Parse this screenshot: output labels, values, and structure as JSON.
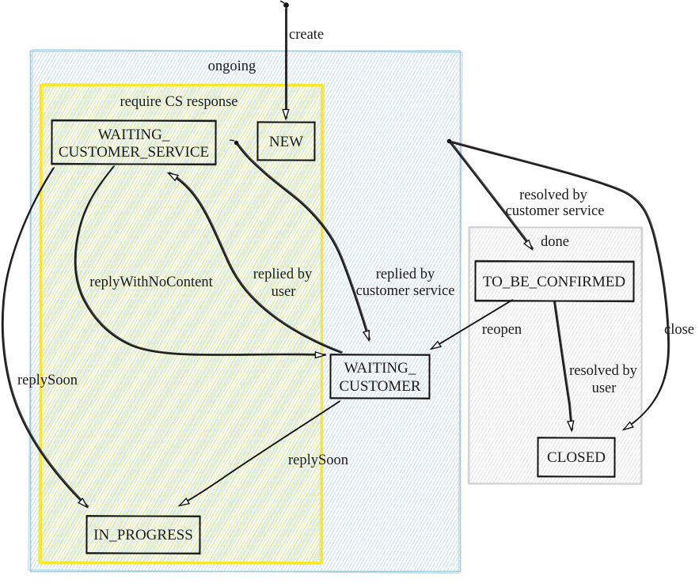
{
  "diagram": {
    "type": "state-machine",
    "clusters": [
      {
        "id": "ongoing",
        "label": "ongoing"
      },
      {
        "id": "require-cs-response",
        "label": "require CS response",
        "parent": "ongoing"
      },
      {
        "id": "done",
        "label": "done"
      }
    ],
    "states": [
      {
        "id": "NEW",
        "lines": [
          "NEW"
        ],
        "cluster": "require-cs-response"
      },
      {
        "id": "WAITING_CUSTOMER_SERVICE",
        "lines": [
          "WAITING_",
          "CUSTOMER_SERVICE"
        ],
        "cluster": "require-cs-response"
      },
      {
        "id": "WAITING_CUSTOMER",
        "lines": [
          "WAITING_",
          "CUSTOMER"
        ],
        "cluster": "ongoing"
      },
      {
        "id": "IN_PROGRESS",
        "lines": [
          "IN_PROGRESS"
        ],
        "cluster": "require-cs-response"
      },
      {
        "id": "TO_BE_CONFIRMED",
        "lines": [
          "TO_BE_CONFIRMED"
        ],
        "cluster": "done"
      },
      {
        "id": "CLOSED",
        "lines": [
          "CLOSED"
        ],
        "cluster": "done"
      }
    ],
    "transitions": [
      {
        "from": "initial",
        "to": "NEW",
        "lines": [
          "create"
        ]
      },
      {
        "from": "require-cs-response",
        "to": "WAITING_CUSTOMER",
        "lines": [
          "replied by",
          "customer service"
        ]
      },
      {
        "from": "WAITING_CUSTOMER_SERVICE",
        "to": "WAITING_CUSTOMER",
        "lines": [
          "replyWithNoContent"
        ]
      },
      {
        "from": "WAITING_CUSTOMER",
        "to": "WAITING_CUSTOMER_SERVICE",
        "lines": [
          "replied by",
          "user"
        ]
      },
      {
        "from": "WAITING_CUSTOMER_SERVICE",
        "to": "IN_PROGRESS",
        "lines": [
          "replySoon"
        ]
      },
      {
        "from": "WAITING_CUSTOMER",
        "to": "IN_PROGRESS",
        "lines": [
          "replySoon"
        ]
      },
      {
        "from": "ongoing",
        "to": "TO_BE_CONFIRMED",
        "lines": [
          "resolved by",
          "customer service"
        ]
      },
      {
        "from": "ongoing",
        "to": "CLOSED",
        "lines": [
          "close"
        ]
      },
      {
        "from": "TO_BE_CONFIRMED",
        "to": "WAITING_CUSTOMER",
        "lines": [
          "reopen"
        ]
      },
      {
        "from": "TO_BE_CONFIRMED",
        "to": "CLOSED",
        "lines": [
          "resolved by",
          "user"
        ]
      }
    ],
    "colors": {
      "ongoing_border": "#a6cbdc",
      "ongoing_hatch": "#c2dcea",
      "require_cs_border": "#f7e92a",
      "require_cs_hatch": "#eef0a0",
      "done_border": "#d2d2d2",
      "done_hatch": "#e2e2e2",
      "node_stroke": "#141414",
      "edge_stroke": "#141414",
      "text": "#1b1b1b"
    }
  }
}
